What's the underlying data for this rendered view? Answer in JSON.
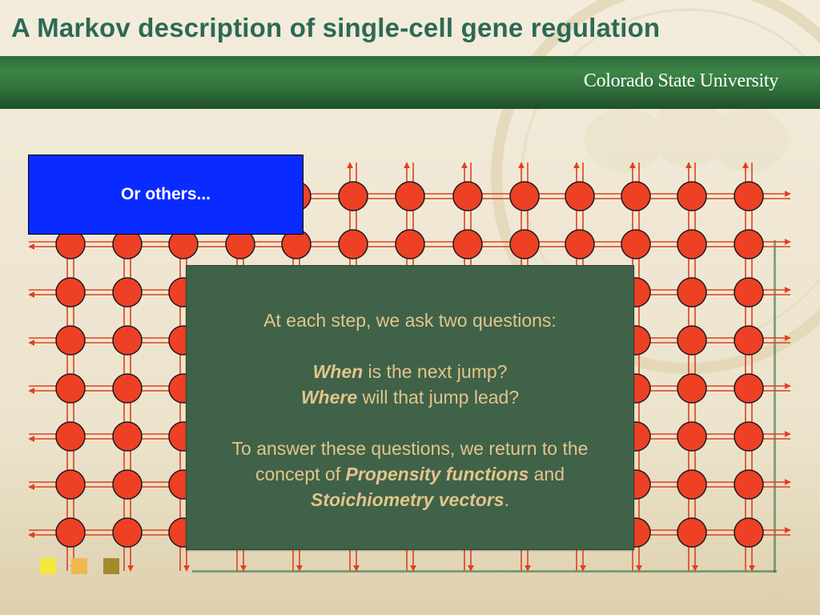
{
  "slide": {
    "title": "A Markov description of single-cell gene regulation",
    "university": "Colorado State University",
    "callout": "Or others...",
    "info": {
      "line1": "At each step, we ask two questions:",
      "when_em": "When",
      "when_rest": " is the next jump?",
      "where_em": "Where",
      "where_rest": " will that jump lead?",
      "para_start": "To answer these questions, we return to the",
      "para_mid": "concept of ",
      "para_em1": "Propensity functions",
      "para_and": " and",
      "para_em2": "Stoichiometry vectors",
      "para_end": "."
    },
    "page_number": "9",
    "decor_squares": [
      "#f5e83a",
      "#f0b84b",
      "#a58b2c"
    ]
  },
  "colors": {
    "title": "#2c6a55",
    "node_fill": "#ee4024",
    "arrow": "#e0401f",
    "callout_bg": "#0a2bff",
    "info_bg": "#3f6249",
    "info_text": "#e3c58a"
  }
}
